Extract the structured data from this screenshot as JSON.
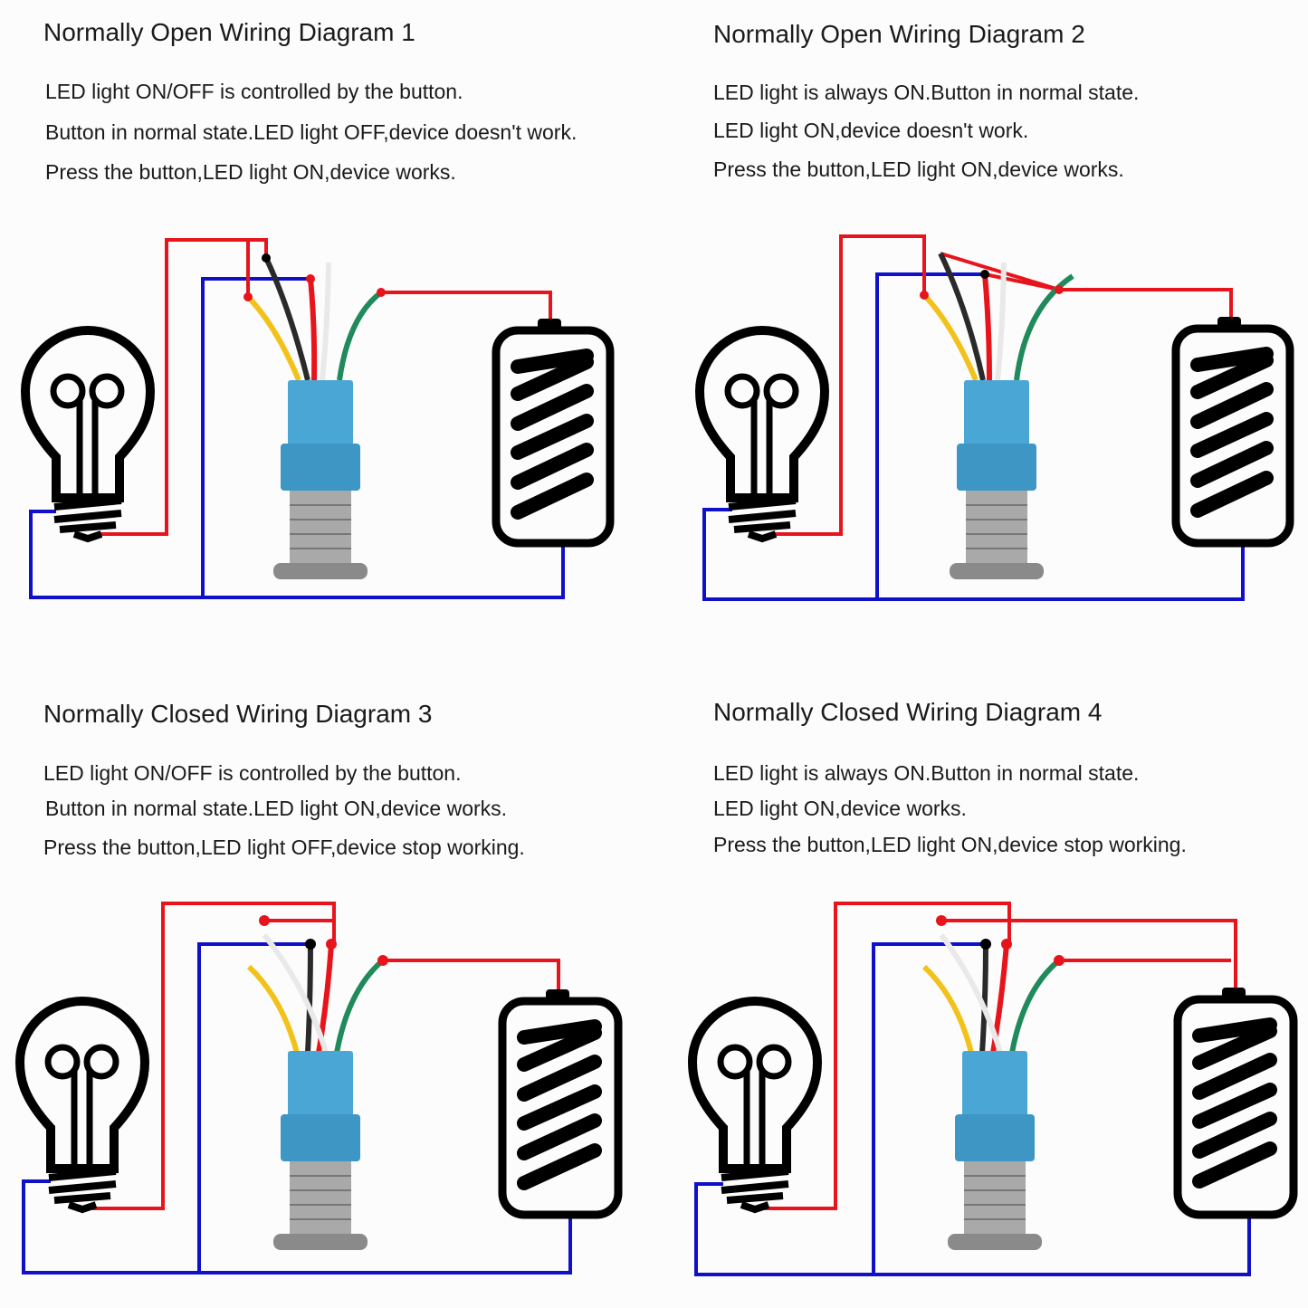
{
  "colors": {
    "live_wire": "#e8141c",
    "neutral_wire": "#1010c8",
    "black_wire": "#2a2a2a",
    "yellow_wire": "#f2c21b",
    "white_wire": "#f3f3f3",
    "green_wire": "#1f8a5a",
    "switch_body": "#4aa6d4",
    "outline": "#000000"
  },
  "icons": [
    "light-bulb-icon",
    "battery-icon",
    "push-button-switch-icon"
  ],
  "diagrams": [
    {
      "title": "Normally Open Wiring Diagram 1",
      "lines": [
        "LED light ON/OFF is controlled by the button.",
        "Button in normal state.LED light OFF,device doesn't work.",
        "Press the button,LED light ON,device works."
      ]
    },
    {
      "title": "Normally Open Wiring Diagram 2",
      "lines": [
        "LED light is always ON.Button in normal state.",
        "LED light ON,device doesn't work.",
        "Press the button,LED light ON,device works."
      ]
    },
    {
      "title": "Normally Closed Wiring Diagram 3",
      "lines": [
        "LED light ON/OFF is controlled by the button.",
        "Button in normal state.LED light ON,device works.",
        "Press the button,LED light OFF,device stop working."
      ]
    },
    {
      "title": "Normally Closed Wiring Diagram 4",
      "lines": [
        "LED light is always ON.Button in normal state.",
        "LED light ON,device works.",
        "Press the button,LED light ON,device stop working."
      ]
    }
  ]
}
